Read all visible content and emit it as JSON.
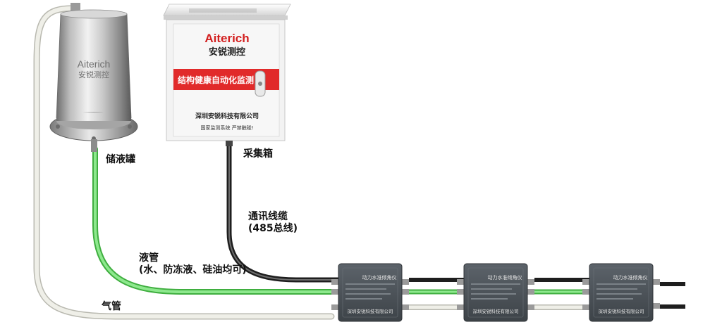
{
  "labels": {
    "tank": "储液罐",
    "box": "采集箱",
    "cable_line1": "通讯线缆",
    "cable_line2": "(485总线)",
    "liquid_pipe_line1": "液管",
    "liquid_pipe_line2": "(水、防冻液、硅油均可)",
    "air_pipe": "气管"
  },
  "tank": {
    "brand": "Aiterich",
    "brand_cn": "安锐测控"
  },
  "cabinet": {
    "brand": "Aiterich",
    "brand_cn": "安锐测控",
    "band_text": "结构健康自动化监测",
    "company": "深圳安锐科技有限公司",
    "slogan": "国家监测系统  严禁触碰!"
  },
  "sensor": {
    "title": "动力水准倾角仪",
    "company": "深圳安锐科技有限公司"
  },
  "colors": {
    "liquid_pipe": "#5cd65c",
    "air_pipe": "#e6e6de",
    "cable": "#2a2a2a",
    "band": "#e12a2a",
    "sensor_body": "#4a5056"
  }
}
